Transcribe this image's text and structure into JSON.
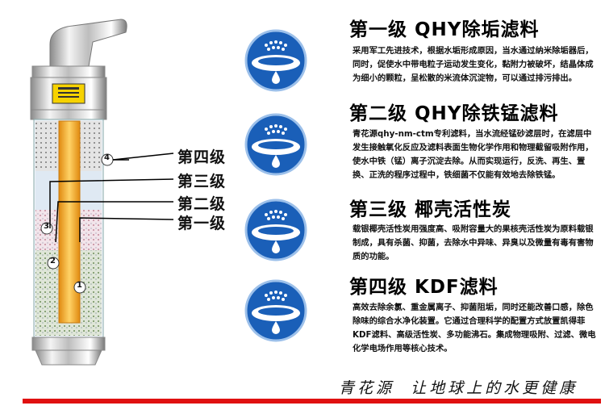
{
  "levels": [
    {
      "title": "第一级 QHY除垢滤料",
      "desc": "采用军工先进技术，根据水垢形成原因，当水通过纳米除垢器后，同时，促使水中带电粒子运动发生变化，黏附力被破坏，结晶体成为细小的颗粒，呈松散的米流体沉淀物，可以通过排污排出。"
    },
    {
      "title": "第二级 QHY除铁锰滤料",
      "desc": "青花源qhy-nm-ctm专利滤料，当水流经锰砂滤层时，在滤层中发生接触氧化反应及滤料表面生物化学作用和物理截留吸附作用，使水中铁（锰）离子沉淀去除。从而实现运行，反洗、再生、置换、正洗的程序过程中，铁细菌不仅能有效地去除铁锰。"
    },
    {
      "title": "第三级 椰壳活性炭",
      "desc": "载银椰壳活性炭用强度高、吸附容量大的果核壳活性炭为原料载银制成，具有杀菌、抑菌，去除水中异味、异臭以及微量有毒有害物质的功能。"
    },
    {
      "title": "第四级 KDF滤料",
      "desc": "高效去除余氯、重金属离子、抑菌阻垢，同时还能改善口感，除色除味的综合水净化装置。它通过合理科学的配置方式放置凯得菲KDF滤料、高级活性炭、多功能沸石。集成物理吸附、过滤、微电化学电场作用等核心技术。"
    }
  ],
  "stage_labels": [
    "第四级",
    "第三级",
    "第二级",
    "第一级"
  ],
  "markers": [
    "4",
    "3",
    "2",
    "1"
  ],
  "slogan": "青花源  让地球上的水更健康",
  "colors": {
    "accent_red": "#e01010",
    "icon_blue": "#1a5fb8",
    "core_orange": "#f2a51c"
  }
}
